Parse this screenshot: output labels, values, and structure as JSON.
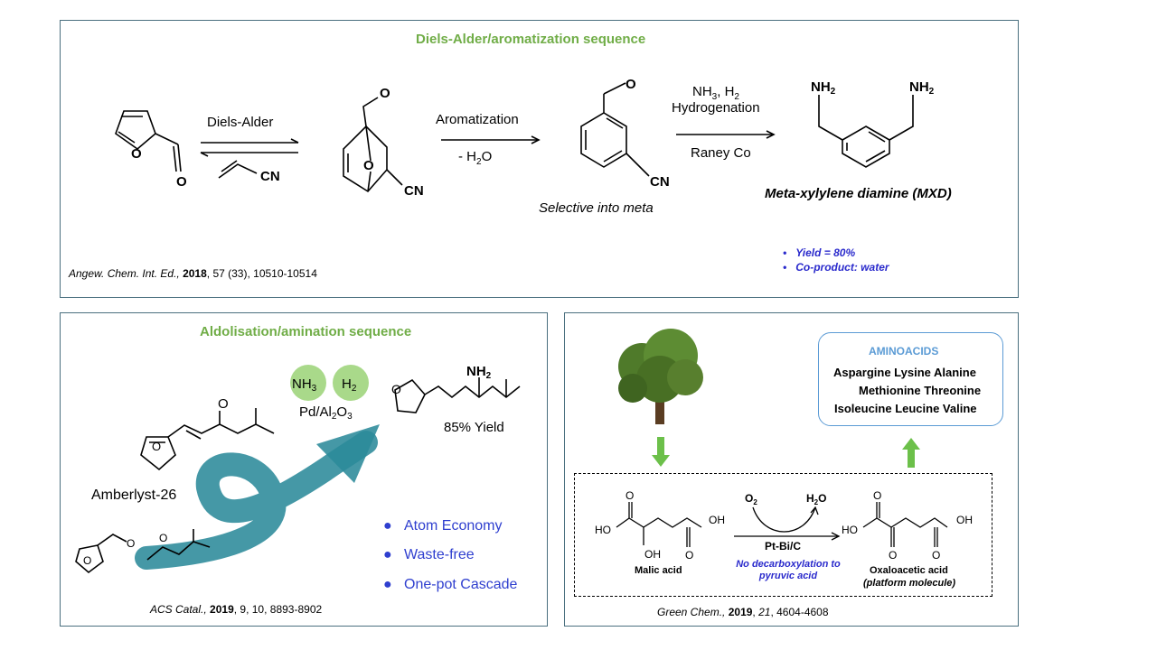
{
  "panel_top": {
    "title": "Diels-Alder/aromatization sequence",
    "step1_label": "Diels-Alder",
    "reagent_cn": "CN",
    "step2_label": "Aromatization",
    "step2_sub": "- H",
    "step2_sub_sub": "2",
    "step2_sub_end": "O",
    "step3_line1_a": "NH",
    "step3_line1_b": "3",
    "step3_line1_c": ", H",
    "step3_line1_d": "2",
    "step3_line2": "Hydrogenation",
    "step3_catalyst": "Raney Co",
    "selective_note": "Selective into meta",
    "product_name": "Meta-xylylene diamine (MXD)",
    "bullets": [
      "Yield = 80%",
      "Co-product:  water"
    ],
    "reference": {
      "journal": "Angew.  Chem.  Int.  Ed.,",
      "year": "2018",
      "rest": ", 57 (33),  10510-10514"
    },
    "atoms": {
      "O": "O",
      "CN": "CN",
      "NH": "NH",
      "NH_sub": "2"
    }
  },
  "panel_left": {
    "title": "Aldolisation/amination sequence",
    "reagent_1": "NH",
    "reagent_1_sub": "3",
    "reagent_2": "H",
    "reagent_2_sub": "2",
    "catalyst": "Pd/Al",
    "catalyst_sub1": "2",
    "catalyst_mid": "O",
    "catalyst_sub2": "3",
    "catalyst_acid": "Amberlyst-26",
    "yield": "85% Yield",
    "amine": "NH",
    "amine_sub": "2",
    "bullets": [
      "Atom Economy",
      "Waste-free",
      "One-pot Cascade"
    ],
    "reference": {
      "journal": "ACS Catal.,",
      "year": "2019",
      "rest": ", 9, 10, 8893-8902"
    }
  },
  "panel_right": {
    "box_title": "AMINOACIDS",
    "aminoacid_lines": [
      "Aspargine  Lysine Alanine",
      "Methionine Threonine",
      "Isoleucine Leucine Valine"
    ],
    "start_name": "Malic acid",
    "catalyst": "Pt-Bi/C",
    "o2": "O",
    "o2_sub": "2",
    "h2o_a": "H",
    "h2o_sub": "2",
    "h2o_b": "O",
    "note": [
      "No decarboxylation to",
      "pyruvic acid"
    ],
    "product_name": "Oxaloacetic acid",
    "product_note": "(platform molecule)",
    "atoms": {
      "HO": "HO",
      "OH": "OH",
      "O": "O"
    },
    "reference": {
      "journal": "Green Chem.,",
      "year": "2019",
      "vol": "21",
      "rest": ", 4604-4608"
    }
  },
  "colors": {
    "title_green": "#70ad47",
    "border": "#4a6f7f",
    "bullet_blue": "#2a2acc",
    "arrow_teal": "#2b8a9a",
    "arrow_green": "#6cc04a",
    "bubble_green": "#a9d98a"
  }
}
